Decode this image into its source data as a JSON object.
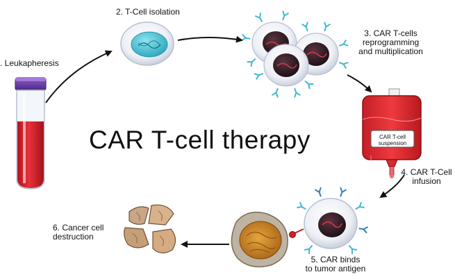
{
  "title": "CAR T-cell therapy",
  "colors": {
    "blood": "#d81a25",
    "bag": "#e52a2f",
    "cap": "#6a3fa6",
    "nucleus_teal": "#4ec3d6",
    "nucleus_dark": "#2a1a22",
    "receptor": "#3fb8d0",
    "tumor": "#c8861e",
    "arrow": "#111111"
  },
  "steps": [
    {
      "id": "leukapheresis",
      "label": ". Leukapheresis"
    },
    {
      "id": "isolation",
      "label": "2. T-Cell isolation"
    },
    {
      "id": "reprogramming",
      "lines": [
        "3. CAR T-cells",
        "reprogramming",
        "and multiplication"
      ]
    },
    {
      "id": "infusion",
      "lines": [
        "4. CAR T-Cell",
        "infusion"
      ]
    },
    {
      "id": "binding",
      "lines": [
        "5. CAR binds",
        "to tumor antigen"
      ]
    },
    {
      "id": "destruction",
      "lines": [
        "6.  Cancer cell",
        "destruction"
      ]
    }
  ],
  "bag_label": [
    "CAR T-cell",
    "suspension"
  ],
  "icons": [
    "blood-tube-icon",
    "t-cell-icon",
    "car-t-cell-cluster-icon",
    "infusion-bag-icon",
    "car-t-cell-icon",
    "tumor-cell-icon",
    "destroyed-cell-icon",
    "arrow-icon"
  ]
}
